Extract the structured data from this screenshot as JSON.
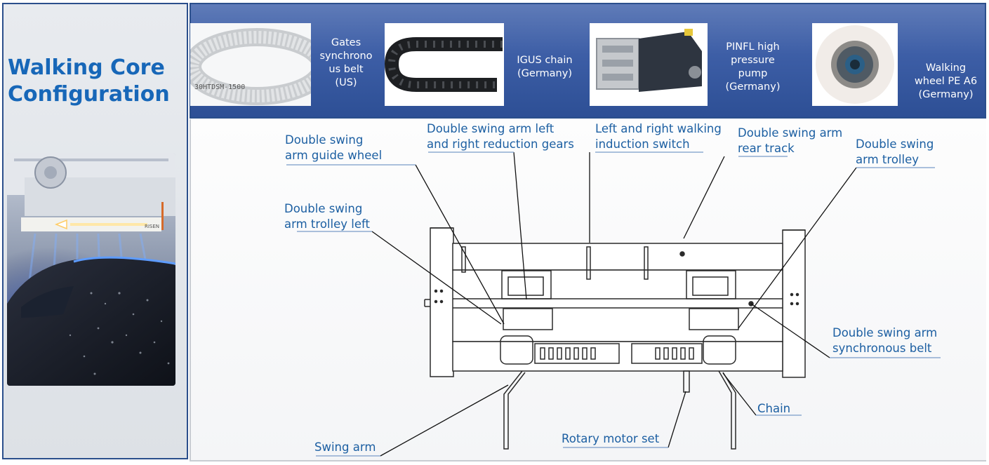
{
  "sidebar": {
    "title_lines": [
      "Walking Core",
      "Configuration"
    ]
  },
  "components": [
    {
      "label_lines": [
        "Gates",
        "synchrono",
        "us belt",
        "(US)"
      ],
      "icon": "timing-belt-photo",
      "print": "30HTDSM-1500"
    },
    {
      "label_lines": [
        "IGUS chain",
        "(Germany)"
      ],
      "icon": "cable-drag-chain-photo"
    },
    {
      "label_lines": [
        "PINFL high",
        "pressure",
        "pump",
        "(Germany)"
      ],
      "icon": "high-pressure-pump-photo"
    },
    {
      "label_lines": [
        "Walking",
        "wheel PE A6",
        "(Germany)"
      ],
      "icon": "walking-wheel-photo"
    }
  ],
  "photo": {
    "sign_text": "RISEN"
  },
  "callouts": [
    {
      "id": "guide-wheel",
      "lines": [
        "Double swing",
        "arm guide wheel"
      ]
    },
    {
      "id": "reduction-gears",
      "lines": [
        "Double swing arm left",
        "and right reduction gears"
      ]
    },
    {
      "id": "induction-switch",
      "lines": [
        "Left and right walking",
        "induction switch"
      ]
    },
    {
      "id": "rear-track",
      "lines": [
        "Double swing arm",
        "rear track"
      ]
    },
    {
      "id": "trolley",
      "lines": [
        "Double swing",
        "arm trolley"
      ]
    },
    {
      "id": "trolley-left",
      "lines": [
        "Double swing",
        "arm trolley left"
      ]
    },
    {
      "id": "sync-belt",
      "lines": [
        "Double swing arm",
        "synchronous belt"
      ]
    },
    {
      "id": "chain",
      "lines": [
        "Chain"
      ]
    },
    {
      "id": "rotary-motor",
      "lines": [
        "Rotary motor set"
      ]
    },
    {
      "id": "swing-arm",
      "lines": [
        "Swing arm"
      ]
    }
  ],
  "colors": {
    "title": "#1767b8",
    "callout_text": "#1c5fa2",
    "banner": "#3d5ea6",
    "frame_border": "#2b4f8c",
    "leader_line": "#111111",
    "underline": "#7a9cc8"
  }
}
